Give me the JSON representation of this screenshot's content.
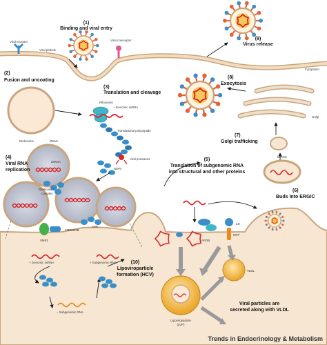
{
  "steps": {
    "s1": {
      "num": "(1)",
      "text": "Binding and viral entry"
    },
    "s2": {
      "num": "(2)",
      "text": "Fusion and uncoating"
    },
    "s3": {
      "num": "(3)",
      "text": "Translation and cleavage"
    },
    "s4": {
      "num": "(4)",
      "line1": "Viral RNA",
      "line2": "replication"
    },
    "s5": {
      "num": "(5)",
      "line1": "Translation of subgenomic RNA",
      "line2": "into structural and other proteins"
    },
    "s6": {
      "num": "(6)",
      "text": "Buds into ERGIC"
    },
    "s7": {
      "num": "(7)",
      "text": "Golgi trafficking"
    },
    "s8": {
      "num": "(8)",
      "text": "Exocytosis"
    },
    "s9": {
      "num": "(9)",
      "text": "Virus release"
    },
    "s10": {
      "num": "(10)",
      "line1": "Lipoviroparticle",
      "line2": "formation (HCV)"
    }
  },
  "labels": {
    "viral_receptor": "Viral receptor",
    "viral_particle": "Viral particle",
    "viral_coreceptor": "Viral coreceptor",
    "cytoplasm": "Cytoplasm",
    "endosome": "Endosome",
    "ribosome": "Ribosome",
    "genomic_ssrna_top": "+ Genomic ssRNA",
    "translational_polypeptide": "Translational polypeptide",
    "viral_proteases": "Viral proteases",
    "nsps": "NSPs",
    "dmvs": "DMVs",
    "dsrna": "dsRNA",
    "replication_complex_1": "Replication",
    "replication_complex_2": "complex",
    "cms": "CMs",
    "tmem41b": "TMEM41B",
    "vmp1": "VMP1",
    "genomic_ssrna": "+ Genomic ssRNA",
    "subgenomic_rna_plus": "+ Subgenomic RNA",
    "subgenomic_rna_minus": "− Subgenomic RNA",
    "golgi": "Golgi",
    "ergic": "ERGIC",
    "ld": "LD",
    "mtp": "MTP",
    "apob": "APOB",
    "vldl": "VLDL",
    "lipoviroparticle_1": "Lipoviroparticle",
    "lipoviroparticle_2": "(LVP)",
    "secreted_1": "Viral particles are",
    "secreted_2": "secreted along with VLDL"
  },
  "footer": "Trends in Endocrinology & Metabolism",
  "colors": {
    "membrane": "#f2dcc0",
    "membrane_stroke": "#c9a57e",
    "er_fill": "#f6e6d2",
    "dmv_fill": "#c6cad6",
    "virion_core": "#f5c95c",
    "rna_red": "#d8262a",
    "rna_orange": "#e98b1a",
    "spike": "#e0663a",
    "protein_blue": "#3a8fc9",
    "golgi": "#eedfca",
    "lvp": "#f0b23a",
    "arrow": "#1a1a1a",
    "grey_arrow": "#9a9a9a"
  }
}
